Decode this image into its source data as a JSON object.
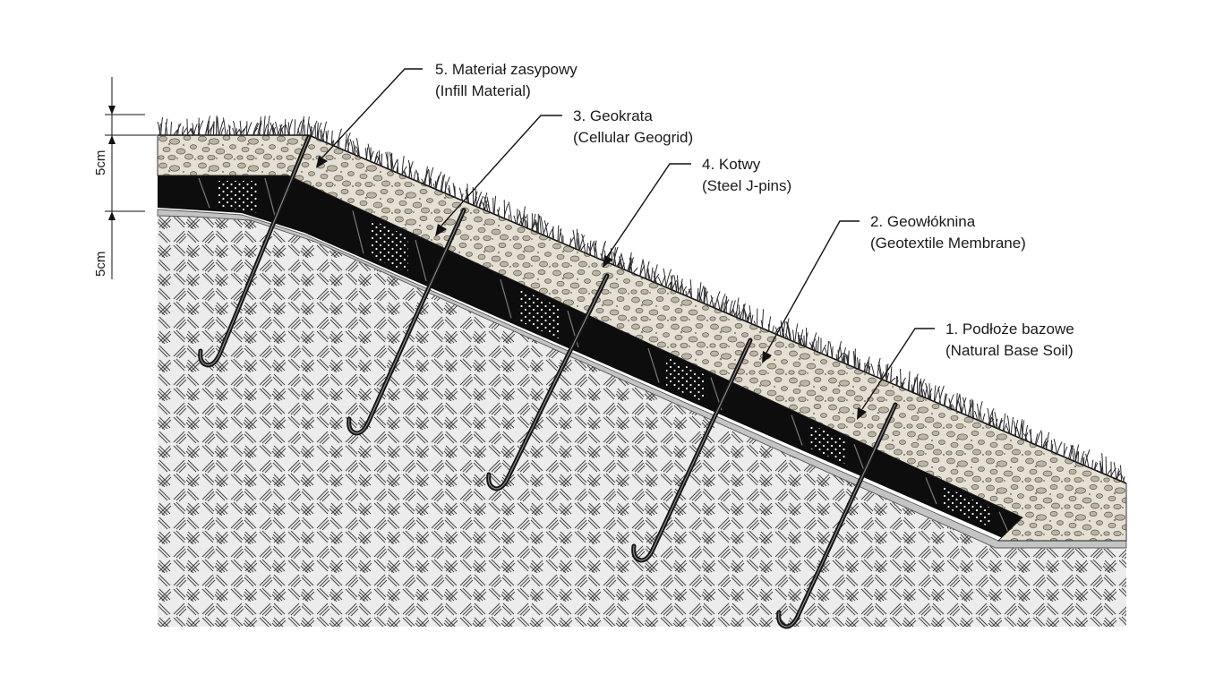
{
  "labels": [
    {
      "number": "5.",
      "name": "Materiał zasypowy",
      "english": "(Infill Material)"
    },
    {
      "number": "3.",
      "name": "Geokrata",
      "english": "(Cellular Geogrid)"
    },
    {
      "number": "4.",
      "name": "Kotwy",
      "english": "(Steel J-pins)"
    },
    {
      "number": "2.",
      "name": "Geowłóknina",
      "english": "(Geotextile Membrane)"
    },
    {
      "number": "1.",
      "name": "Podłoże bazowe",
      "english": "(Natural Base Soil)"
    }
  ],
  "dimensions": {
    "top": "5cm",
    "bottom": "5cm"
  },
  "colors": {
    "ink": "#111111",
    "geogrid": "#0d0d0d",
    "membrane": "#c4c4c4",
    "soil": "#ececec",
    "infill": "#e3ddd0",
    "grass": "#2a2a2a"
  }
}
